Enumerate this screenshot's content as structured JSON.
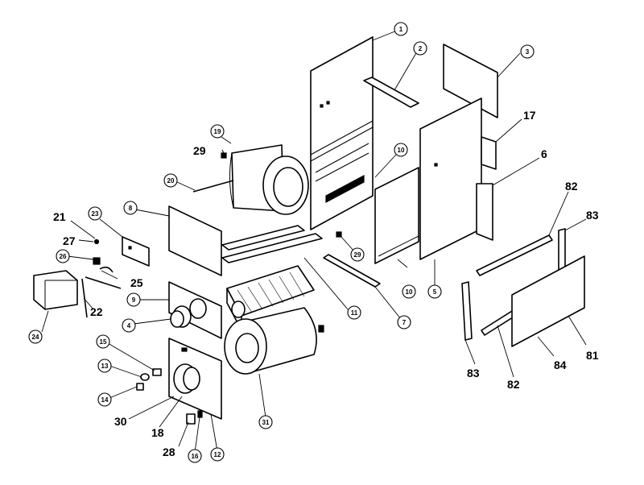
{
  "diagram": {
    "callouts": {
      "c1": "1",
      "c2": "2",
      "c3": "3",
      "c17": "17",
      "c6": "6",
      "c19": "19",
      "c29a": "29",
      "c10a": "10",
      "c20": "20",
      "c82a": "82",
      "c83a": "83",
      "c21": "21",
      "c23": "23",
      "c8": "8",
      "c27": "27",
      "c26": "26",
      "c25": "25",
      "c29b": "29",
      "c10b": "10",
      "c5": "5",
      "c9": "9",
      "c22": "22",
      "c24": "24",
      "c4": "4",
      "c11": "11",
      "c7": "7",
      "c15": "15",
      "c13": "13",
      "c14": "14",
      "c30": "30",
      "c18": "18",
      "c28": "28",
      "c16": "16",
      "c12": "12",
      "c31": "31",
      "c83b": "83",
      "c82b": "82",
      "c84": "84",
      "c81": "81"
    }
  }
}
